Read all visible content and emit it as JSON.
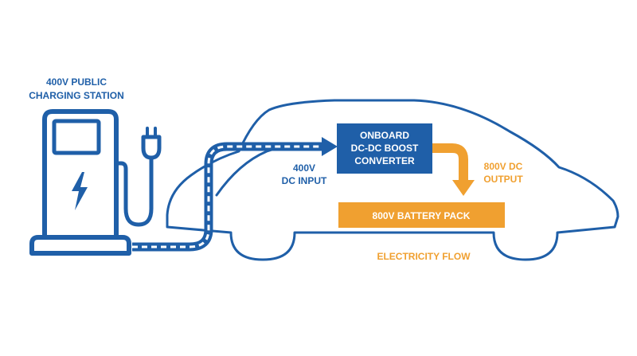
{
  "colors": {
    "blue": "#1f5fa8",
    "orange": "#f0a030",
    "white": "#ffffff",
    "background": "#ffffff"
  },
  "station": {
    "label_line1": "400V PUBLIC",
    "label_line2": "CHARGING STATION",
    "icon": "lightning-bolt-icon",
    "plug_icon": "plug-icon"
  },
  "input": {
    "line1": "400V",
    "line2": "DC INPUT"
  },
  "converter": {
    "line1": "ONBOARD",
    "line2": "DC-DC BOOST",
    "line3": "CONVERTER"
  },
  "output": {
    "line1": "800V DC",
    "line2": "OUTPUT"
  },
  "battery": {
    "label": "800V BATTERY PACK"
  },
  "legend": {
    "label": "ELECTRICITY FLOW"
  }
}
